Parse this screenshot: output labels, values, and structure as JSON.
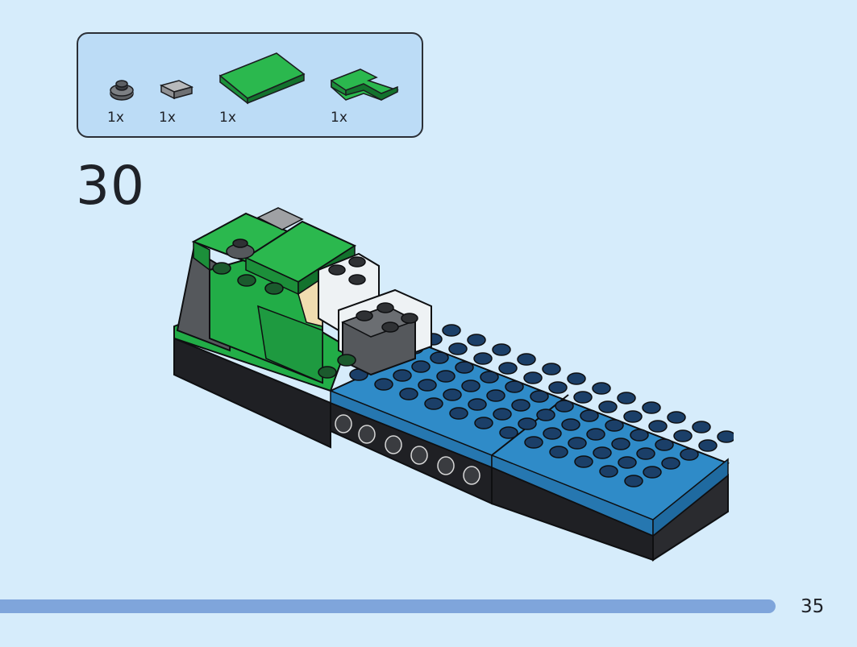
{
  "parts_list": {
    "items": [
      {
        "name": "round-plate-1x1-dark-gray",
        "qty": "1x",
        "color": "#6b6e72"
      },
      {
        "name": "tile-1x1-gray",
        "qty": "1x",
        "color": "#a9abad"
      },
      {
        "name": "tile-green-large",
        "qty": "1x",
        "color": "#22ad47"
      },
      {
        "name": "tile-corner-green",
        "qty": "1x",
        "color": "#22ad47"
      }
    ]
  },
  "step": {
    "number": "30"
  },
  "page": {
    "number": "35"
  },
  "colors": {
    "background": "#d6ecfb",
    "parts_box": "#bcdcf6",
    "green": "#22ad47",
    "blue": "#2f8bc8",
    "black": "#1b1c1f",
    "progress": "#7fa5db"
  }
}
